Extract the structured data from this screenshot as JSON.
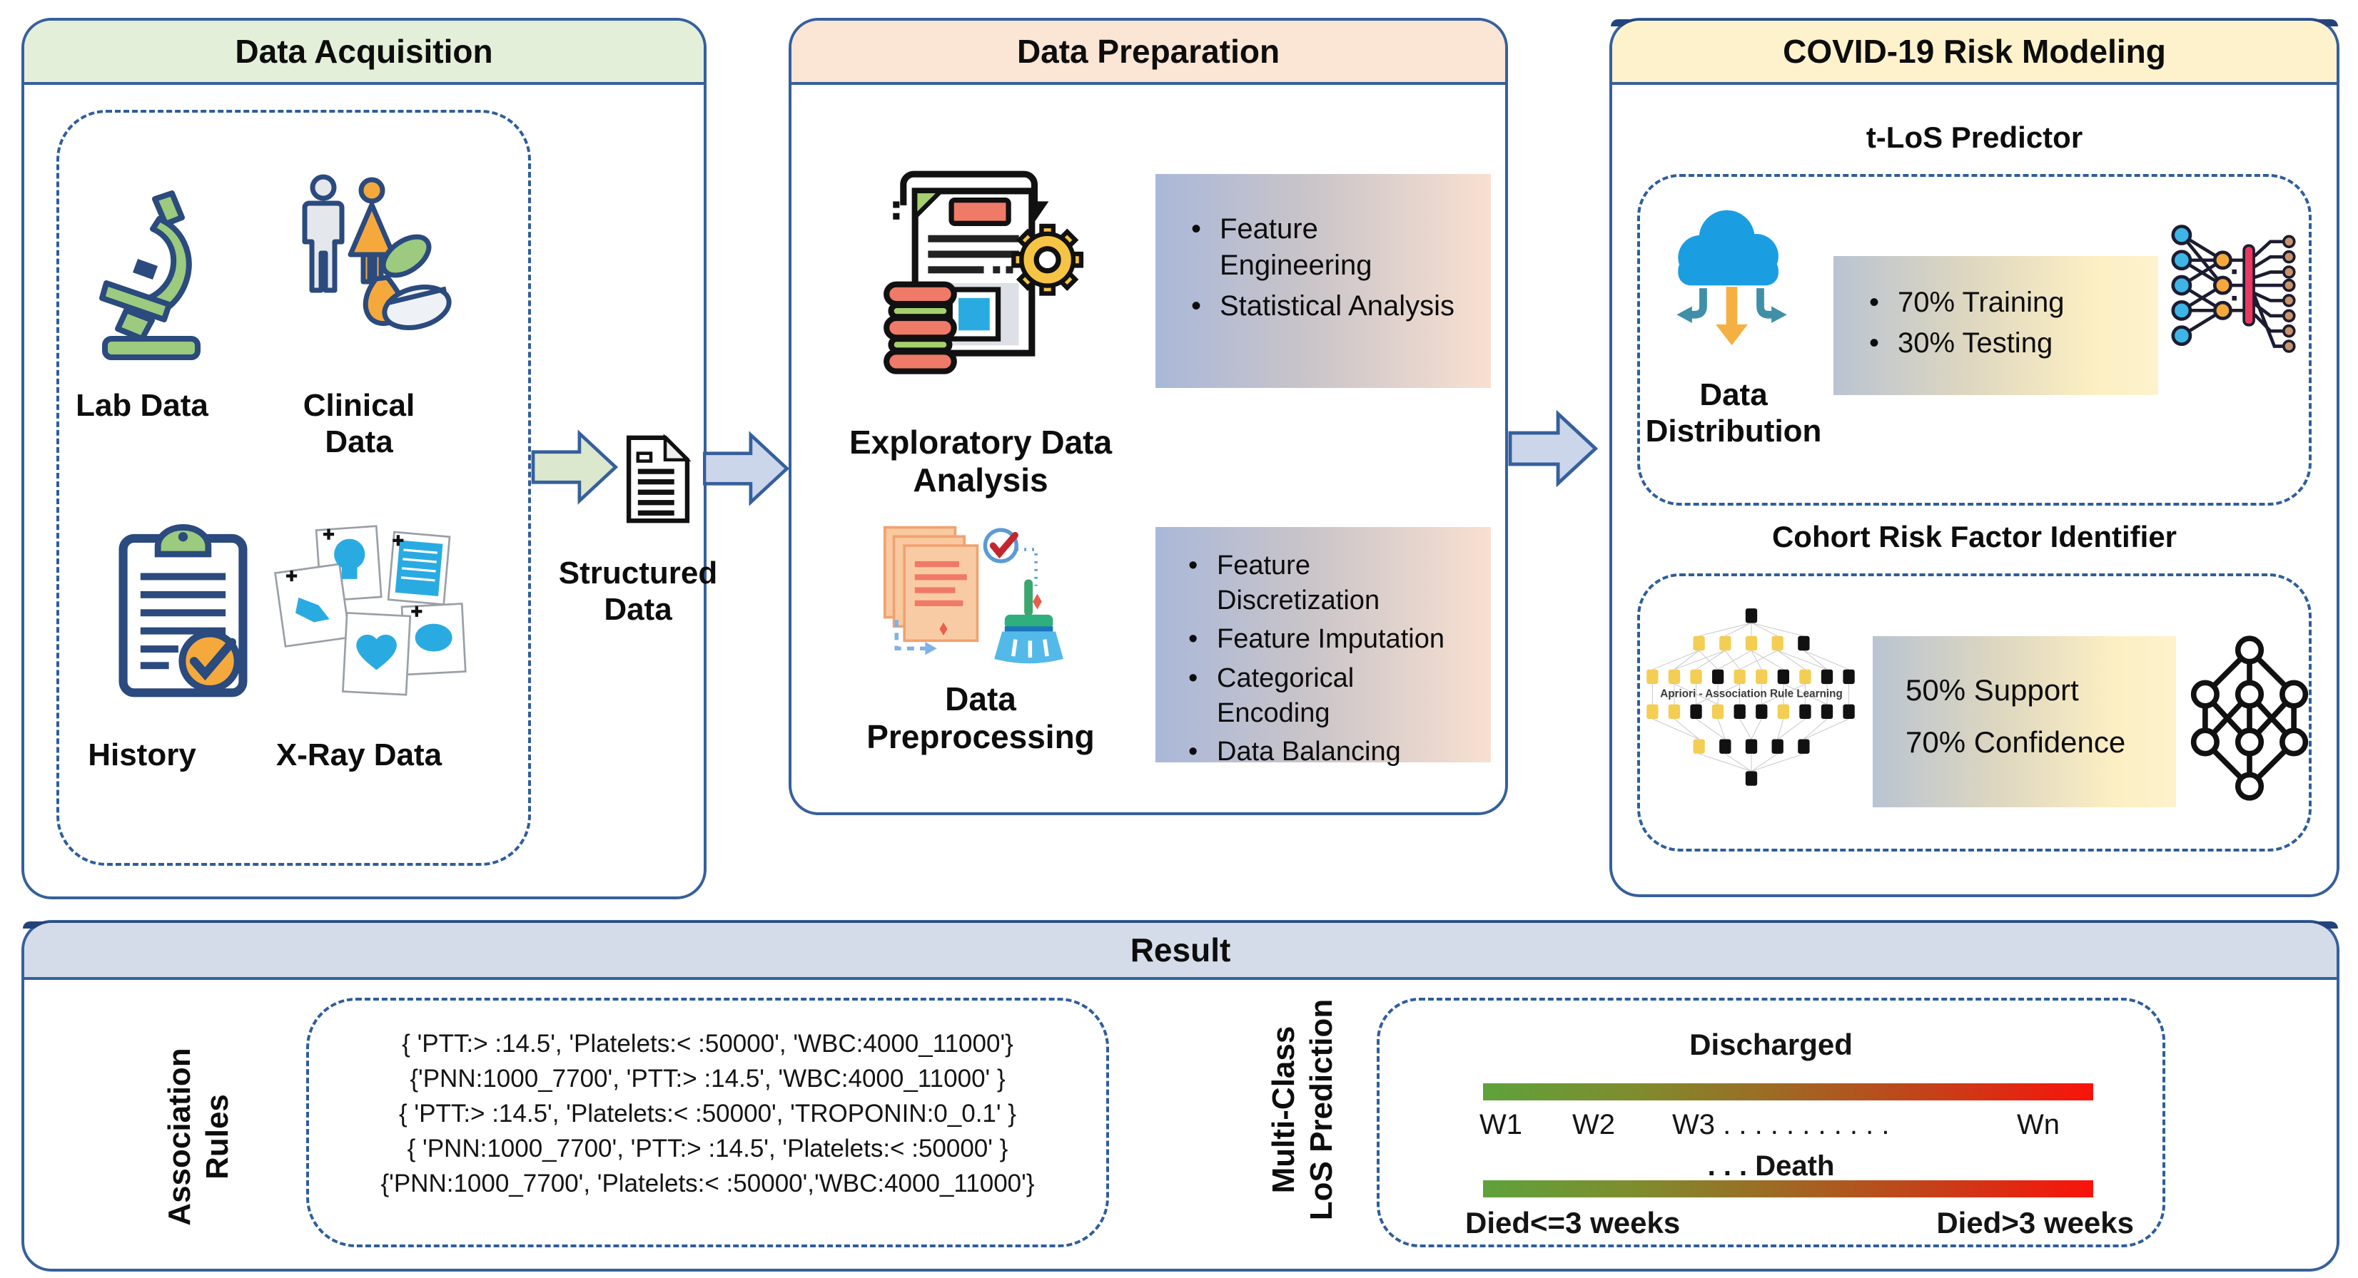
{
  "colors": {
    "panel_border": "#36609c",
    "dashed_border": "#2e5d9e",
    "accent_navy": "#24437c",
    "acquisition_header_bg": "#e4efd9",
    "preparation_header_bg": "#fbe5d5",
    "modeling_header_bg": "#fdf2cc",
    "result_header_bg": "#d4dce9",
    "gradient_blue": "#a9b8d9",
    "gradient_peach": "#f8e0d0",
    "gradient_slate": "#b9c4d2",
    "gradient_yellow": "#fcefc3",
    "bar_green": "#5ea23c",
    "bar_red": "#fa120b"
  },
  "acquisition": {
    "title": "Data Acquisition",
    "lab_label": "Lab Data",
    "clinical_label": "Clinical Data",
    "history_label": "History",
    "xray_label": "X-Ray Data",
    "output_label": "Structured\nData"
  },
  "preparation": {
    "title": "Data Preparation",
    "eda_label": "Exploratory Data\nAnalysis",
    "eda_bullets": [
      "Feature\nEngineering",
      "Statistical Analysis"
    ],
    "preprocessing_label": "Data\nPreprocessing",
    "preprocessing_bullets": [
      "Feature\nDiscretization",
      "Feature Imputation",
      "Categorical\nEncoding",
      "Data Balancing"
    ]
  },
  "modeling": {
    "title": "COVID-19 Risk Modeling",
    "tlos_subtitle": "t-LoS Predictor",
    "distribution_label": "Data\nDistribution",
    "tlos_bullets": [
      "70% Training",
      "30% Testing"
    ],
    "cohort_subtitle": "Cohort Risk Factor Identifier",
    "apriori_caption": "Apriori - Association Rule Learning",
    "cohort_lines": [
      "50% Support",
      "70% Confidence"
    ]
  },
  "result": {
    "title": "Result",
    "association_label": "Association\nRules",
    "rules": [
      "{ 'PTT:> :14.5', 'Platelets:< :50000', 'WBC:4000_11000'}",
      "{'PNN:1000_7700', 'PTT:> :14.5', 'WBC:4000_11000' }",
      "{ 'PTT:> :14.5', 'Platelets:< :50000', 'TROPONIN:0_0.1' }",
      "{ 'PNN:1000_7700', 'PTT:> :14.5', 'Platelets:< :50000' }",
      "{'PNN:1000_7700', 'Platelets:< :50000','WBC:4000_11000'}"
    ],
    "multiclass_label": "Multi-Class\nLoS Prediction",
    "discharged": "Discharged",
    "weeks": [
      "W1",
      "W2",
      "W3 . . . . . . . . . . .",
      "Wn"
    ],
    "death": ". . .   Death",
    "died_left": "Died<=3 weeks",
    "died_right": "Died>3 weeks"
  }
}
